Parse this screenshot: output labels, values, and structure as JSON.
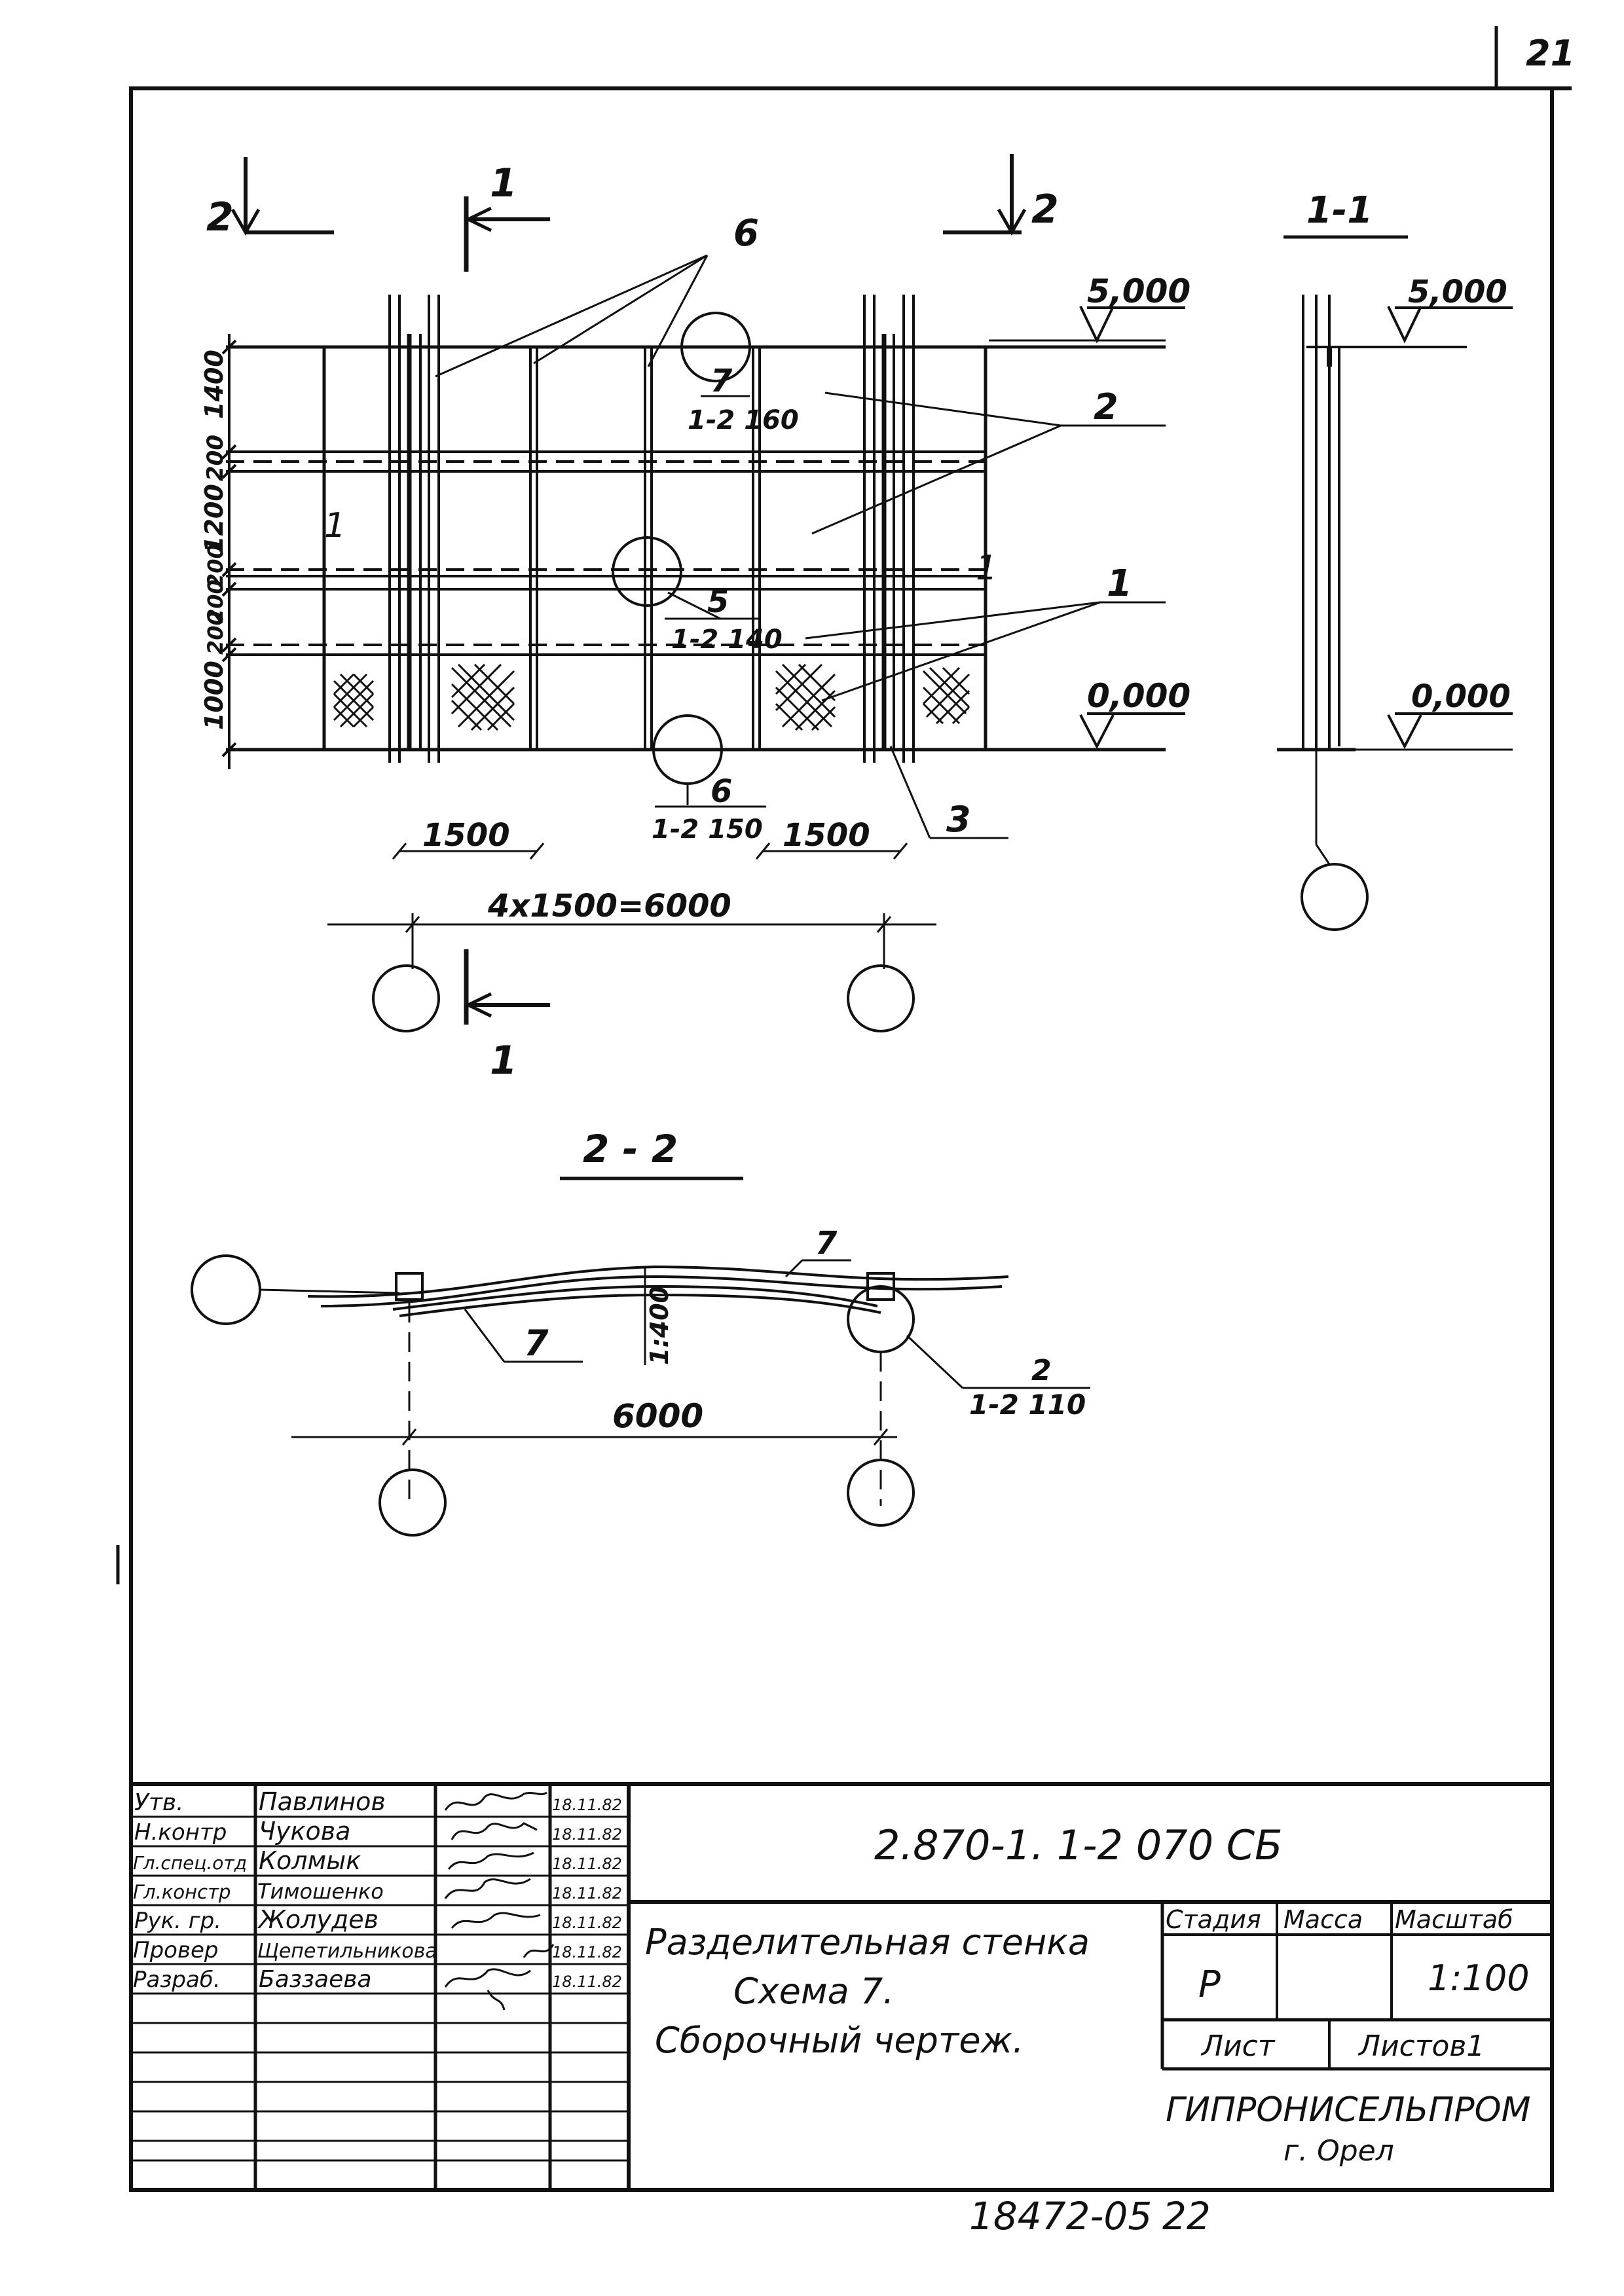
{
  "sheet": {
    "page_number": "21",
    "archive_number": "18472-05",
    "copy_number": "22"
  },
  "plan_view": {
    "section_marks": {
      "left_2": "2",
      "right_2": "2",
      "top_1": "1",
      "bottom_1": "1"
    },
    "elevations": {
      "top": "5,000",
      "bottom": "0,000"
    },
    "height_dims": [
      "1400",
      "200",
      "1200",
      "200",
      "200",
      "200",
      "1000"
    ],
    "dim_bay_left": "1500",
    "dim_bay_right": "1500",
    "dim_total": "4x1500=6000",
    "callouts": {
      "c6_top": "6",
      "c7_num": "7",
      "c7_ref": "1-2 160",
      "c2": "2",
      "c5_num": "5",
      "c5_ref": "1-2 140",
      "c1": "1",
      "c6_bottom_num": "6",
      "c6_bottom_ref": "1-2 150",
      "c3": "3",
      "c1_left": "1",
      "c1_right": "1"
    }
  },
  "section_1_1": {
    "title": "1-1",
    "elev_top": "5,000",
    "elev_bottom": "0,000"
  },
  "section_2_2": {
    "title": "2 - 2",
    "c7_top": "7",
    "c7_bottom": "7",
    "slope": "1:400",
    "c2_num": "2",
    "c2_ref": "1-2 110",
    "dim_total": "6000"
  },
  "title_block": {
    "document_code": "2.870-1. 1-2   070   СБ",
    "title_lines": [
      "Разделительная стенка",
      "Схема 7.",
      "Сборочный чертеж."
    ],
    "col_stage": "Стадия",
    "col_mass": "Масса",
    "col_scale": "Масштаб",
    "stage": "Р",
    "mass": "",
    "scale": "1:100",
    "sheet_label": "Лист",
    "sheets_label": "Листов1",
    "organization": "ГИПРОНИСЕЛЬПРОМ",
    "city": "г. Орел",
    "signatures": [
      {
        "role": "Утв.",
        "name": "Павлинов",
        "date": "18.11.82"
      },
      {
        "role": "Н.контр",
        "name": "Чукова",
        "date": "18.11.82"
      },
      {
        "role": "Гл.спец.отд",
        "name": "Колмык",
        "date": "18.11.82"
      },
      {
        "role": "Гл.констр",
        "name": "Тимошенко",
        "date": "18.11.82"
      },
      {
        "role": "Рук. гр.",
        "name": "Жолудев",
        "date": "18.11.82"
      },
      {
        "role": "Провер",
        "name": "Щепетильникова",
        "date": "18.11.82"
      },
      {
        "role": "Разраб.",
        "name": "Баззаева",
        "date": "18.11.82"
      }
    ]
  }
}
